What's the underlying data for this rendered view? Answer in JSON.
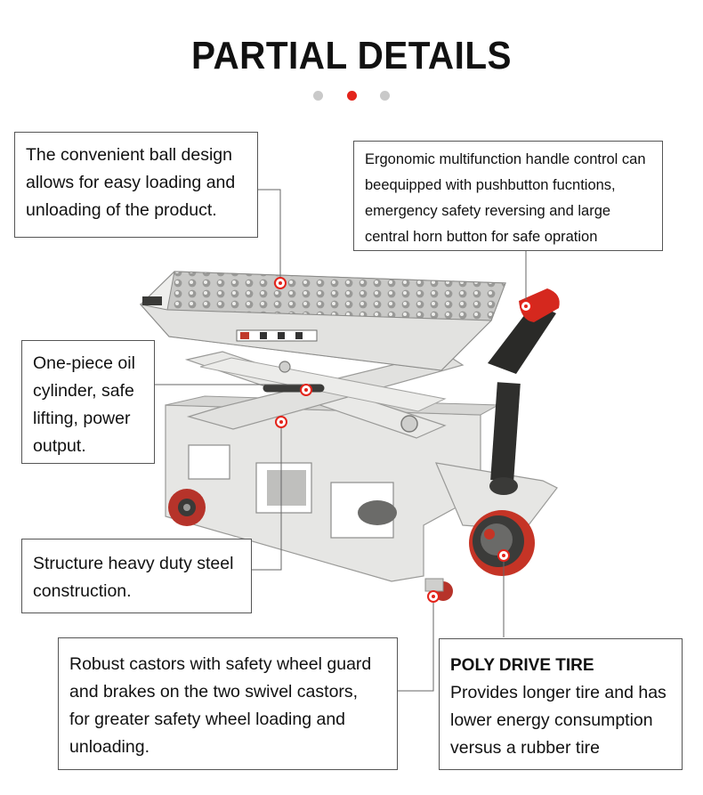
{
  "header": {
    "title": "PARTIAL DETAILS",
    "carousel_dots": [
      {
        "state": "inactive",
        "color": "#c9c9c9"
      },
      {
        "state": "active",
        "color": "#e3241b"
      },
      {
        "state": "inactive",
        "color": "#c9c9c9"
      }
    ]
  },
  "callouts": {
    "ball_design": {
      "lines": [
        "The convenient ball design",
        "allows for easy loading and",
        "unloading of the product."
      ]
    },
    "handle": {
      "lines": [
        "Ergonomic multifunction handle control can",
        "beequipped with pushbutton fucntions,",
        "emergency safety reversing and large",
        "central horn button for safe opration"
      ]
    },
    "cylinder": {
      "lines": [
        "One-piece oil",
        "cylinder, safe",
        "lifting, power",
        "output."
      ]
    },
    "structure": {
      "lines": [
        "Structure heavy duty steel",
        "construction."
      ]
    },
    "castors": {
      "lines": [
        "Robust castors with safety wheel guard",
        "and brakes on the two swivel castors,",
        "for greater safety wheel loading and",
        "unloading."
      ]
    },
    "drive_tire": {
      "heading": "POLY DRIVE TIRE",
      "lines": [
        "Provides longer tire and has",
        "lower energy consumption",
        "versus a rubber tire"
      ]
    }
  },
  "colors": {
    "accent": "#e3241b",
    "frame": "#e6e6e4",
    "wheel": "#c0392b",
    "handle": "#2a2a2a"
  },
  "icons": {
    "pointer_marker": "red-ring-dot"
  }
}
